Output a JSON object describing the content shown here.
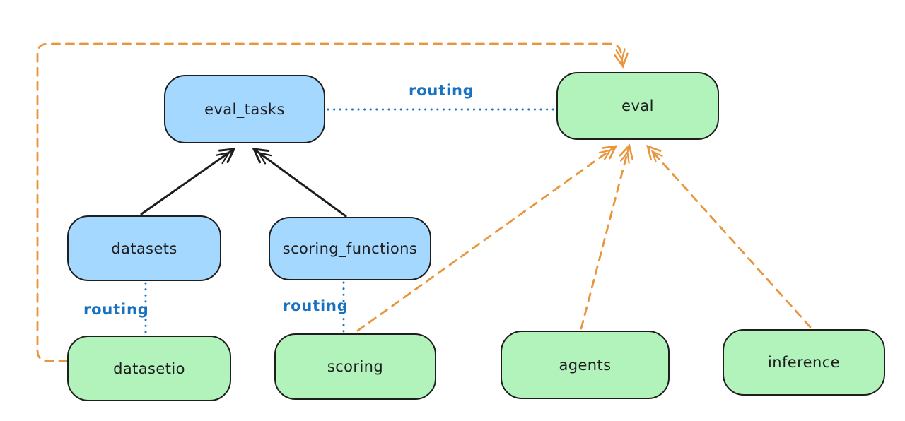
{
  "diagram": {
    "title": "",
    "colors": {
      "blue_fill": "#a5d8ff",
      "green_fill": "#b2f2bb",
      "stroke": "#1e1e1e",
      "orange": "#e8953c",
      "routing_blue": "#1971c2",
      "background": "#ffffff"
    },
    "nodes": [
      {
        "id": "eval_tasks",
        "label": "eval_tasks",
        "color": "blue"
      },
      {
        "id": "eval",
        "label": "eval",
        "color": "green"
      },
      {
        "id": "datasets",
        "label": "datasets",
        "color": "blue"
      },
      {
        "id": "scoring_functions",
        "label": "scoring_functions",
        "color": "blue"
      },
      {
        "id": "datasetio",
        "label": "datasetio",
        "color": "green"
      },
      {
        "id": "scoring",
        "label": "scoring",
        "color": "green"
      },
      {
        "id": "agents",
        "label": "agents",
        "color": "green"
      },
      {
        "id": "inference",
        "label": "inference",
        "color": "green"
      }
    ],
    "edges": [
      {
        "from": "datasets",
        "to": "eval_tasks",
        "style": "solid",
        "color": "black",
        "arrow": true,
        "label": ""
      },
      {
        "from": "scoring_functions",
        "to": "eval_tasks",
        "style": "solid",
        "color": "black",
        "arrow": true,
        "label": ""
      },
      {
        "from": "eval_tasks",
        "to": "eval",
        "style": "dotted",
        "color": "blue",
        "arrow": false,
        "label": "routing"
      },
      {
        "from": "datasets",
        "to": "datasetio",
        "style": "dotted",
        "color": "blue",
        "arrow": false,
        "label": "routing"
      },
      {
        "from": "scoring_functions",
        "to": "scoring",
        "style": "dotted",
        "color": "blue",
        "arrow": false,
        "label": "routing"
      },
      {
        "from": "datasetio",
        "to": "eval",
        "style": "dashed",
        "color": "orange",
        "arrow": true,
        "label": ""
      },
      {
        "from": "scoring",
        "to": "eval",
        "style": "dashed",
        "color": "orange",
        "arrow": true,
        "label": ""
      },
      {
        "from": "agents",
        "to": "eval",
        "style": "dashed",
        "color": "orange",
        "arrow": true,
        "label": ""
      },
      {
        "from": "inference",
        "to": "eval",
        "style": "dashed",
        "color": "orange",
        "arrow": true,
        "label": ""
      }
    ]
  }
}
